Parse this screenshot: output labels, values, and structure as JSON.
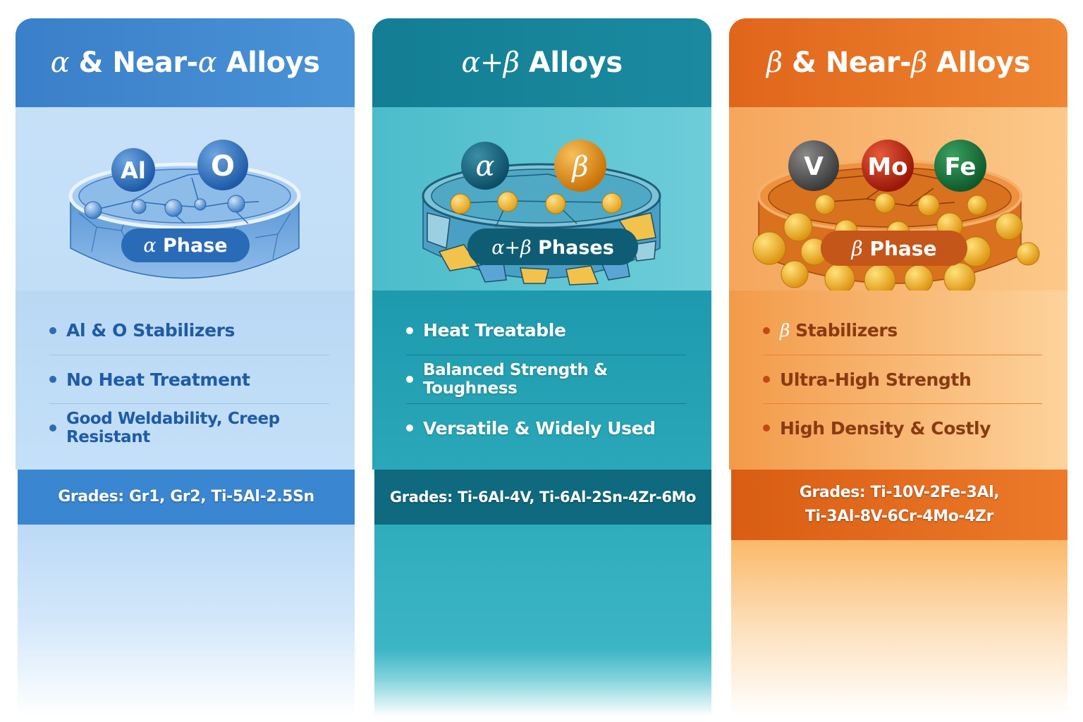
{
  "columns": [
    {
      "id": "alpha",
      "title_prefix_symbol": "α",
      "title_middle": " & Near-",
      "title_middle_symbol": "α",
      "title_suffix": " Alloys",
      "title": "α & Near-α Alloys",
      "illustration": {
        "atoms": [
          "Al",
          "O"
        ],
        "phase_label_symbol": "α",
        "phase_label_text": " Phase",
        "phase_label": "α Phase"
      },
      "properties": [
        "Al & O Stabilizers",
        "No Heat Treatment",
        "Good Weldability, Creep Resistant"
      ],
      "grades_line1": "Grades: Gr1, Gr2, Ti-5Al-2.5Sn",
      "grades_line2": "",
      "colors": {
        "header": "#3a7fc9",
        "accent": "#1f5ba6",
        "grades_bar": "#3b86d1"
      }
    },
    {
      "id": "alpha-beta",
      "title_prefix_symbol": "α+β",
      "title_suffix": " Alloys",
      "title": "α+β Alloys",
      "illustration": {
        "atoms": [
          "α",
          "β"
        ],
        "phase_label_symbol": "α+β",
        "phase_label_text": " Phases",
        "phase_label": "α+β Phases"
      },
      "properties": [
        "Heat Treatable",
        "Balanced Strength & Toughness",
        "Versatile & Widely Used"
      ],
      "grades_line1": "Grades: Ti-6Al-4V, Ti-6Al-2Sn-4Zr-6Mo",
      "grades_line2": "",
      "colors": {
        "header": "#137e93",
        "accent": "#ffffff",
        "grades_bar": "#0f6a80"
      }
    },
    {
      "id": "beta",
      "title_prefix_symbol": "β",
      "title_middle": " & Near-",
      "title_middle_symbol": "β",
      "title_suffix": " Alloys",
      "title": "β & Near-β Alloys",
      "illustration": {
        "atoms": [
          "V",
          "Mo",
          "Fe"
        ],
        "phase_label_symbol": "β",
        "phase_label_text": " Phase",
        "phase_label": "β Phase"
      },
      "properties_symbol": "β",
      "properties": [
        "Stabilizers",
        "Ultra-High Strength",
        "High Density & Costly"
      ],
      "grades_line1": "Grades: Ti-10V-2Fe-3Al,",
      "grades_line2": "Ti-3Al-8V-6Cr-4Mo-4Zr",
      "colors": {
        "header": "#e0651b",
        "accent": "#8a3a12",
        "grades_bar": "#d95d14"
      }
    }
  ]
}
